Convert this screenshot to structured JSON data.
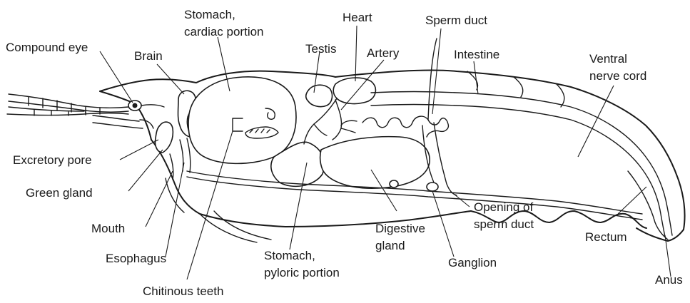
{
  "labels": {
    "compound_eye": "Compound eye",
    "brain": "Brain",
    "stomach_cardiac_1": "Stomach,",
    "stomach_cardiac_2": "cardiac portion",
    "testis": "Testis",
    "heart": "Heart",
    "artery": "Artery",
    "sperm_duct": "Sperm duct",
    "intestine": "Intestine",
    "ventral_nerve_1": "Ventral",
    "ventral_nerve_2": "nerve cord",
    "excretory_pore": "Excretory pore",
    "green_gland": "Green gland",
    "mouth": "Mouth",
    "esophagus": "Esophagus",
    "chitinous_teeth": "Chitinous teeth",
    "stomach_pyloric_1": "Stomach,",
    "stomach_pyloric_2": "pyloric portion",
    "digestive_gland_1": "Digestive",
    "digestive_gland_2": "gland",
    "ganglion": "Ganglion",
    "opening_sperm_1": "Opening of",
    "opening_sperm_2": "sperm duct",
    "rectum": "Rectum",
    "anus": "Anus"
  }
}
